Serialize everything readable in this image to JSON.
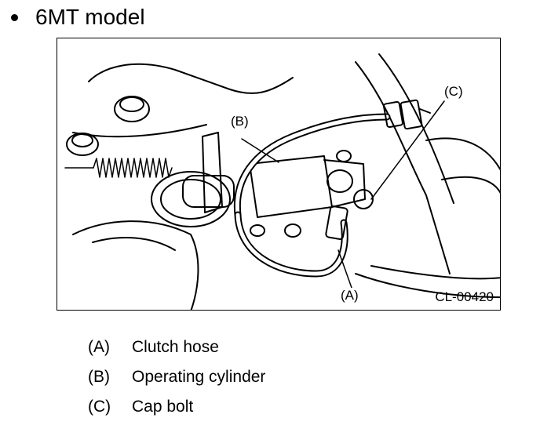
{
  "heading": {
    "text": "6MT model"
  },
  "figure": {
    "callouts": {
      "a": "(A)",
      "b": "(B)",
      "c": "(C)"
    },
    "code": "CL-00420"
  },
  "legend": [
    {
      "tag": "(A)",
      "label": "Clutch hose"
    },
    {
      "tag": "(B)",
      "label": "Operating cylinder"
    },
    {
      "tag": "(C)",
      "label": "Cap bolt"
    }
  ]
}
